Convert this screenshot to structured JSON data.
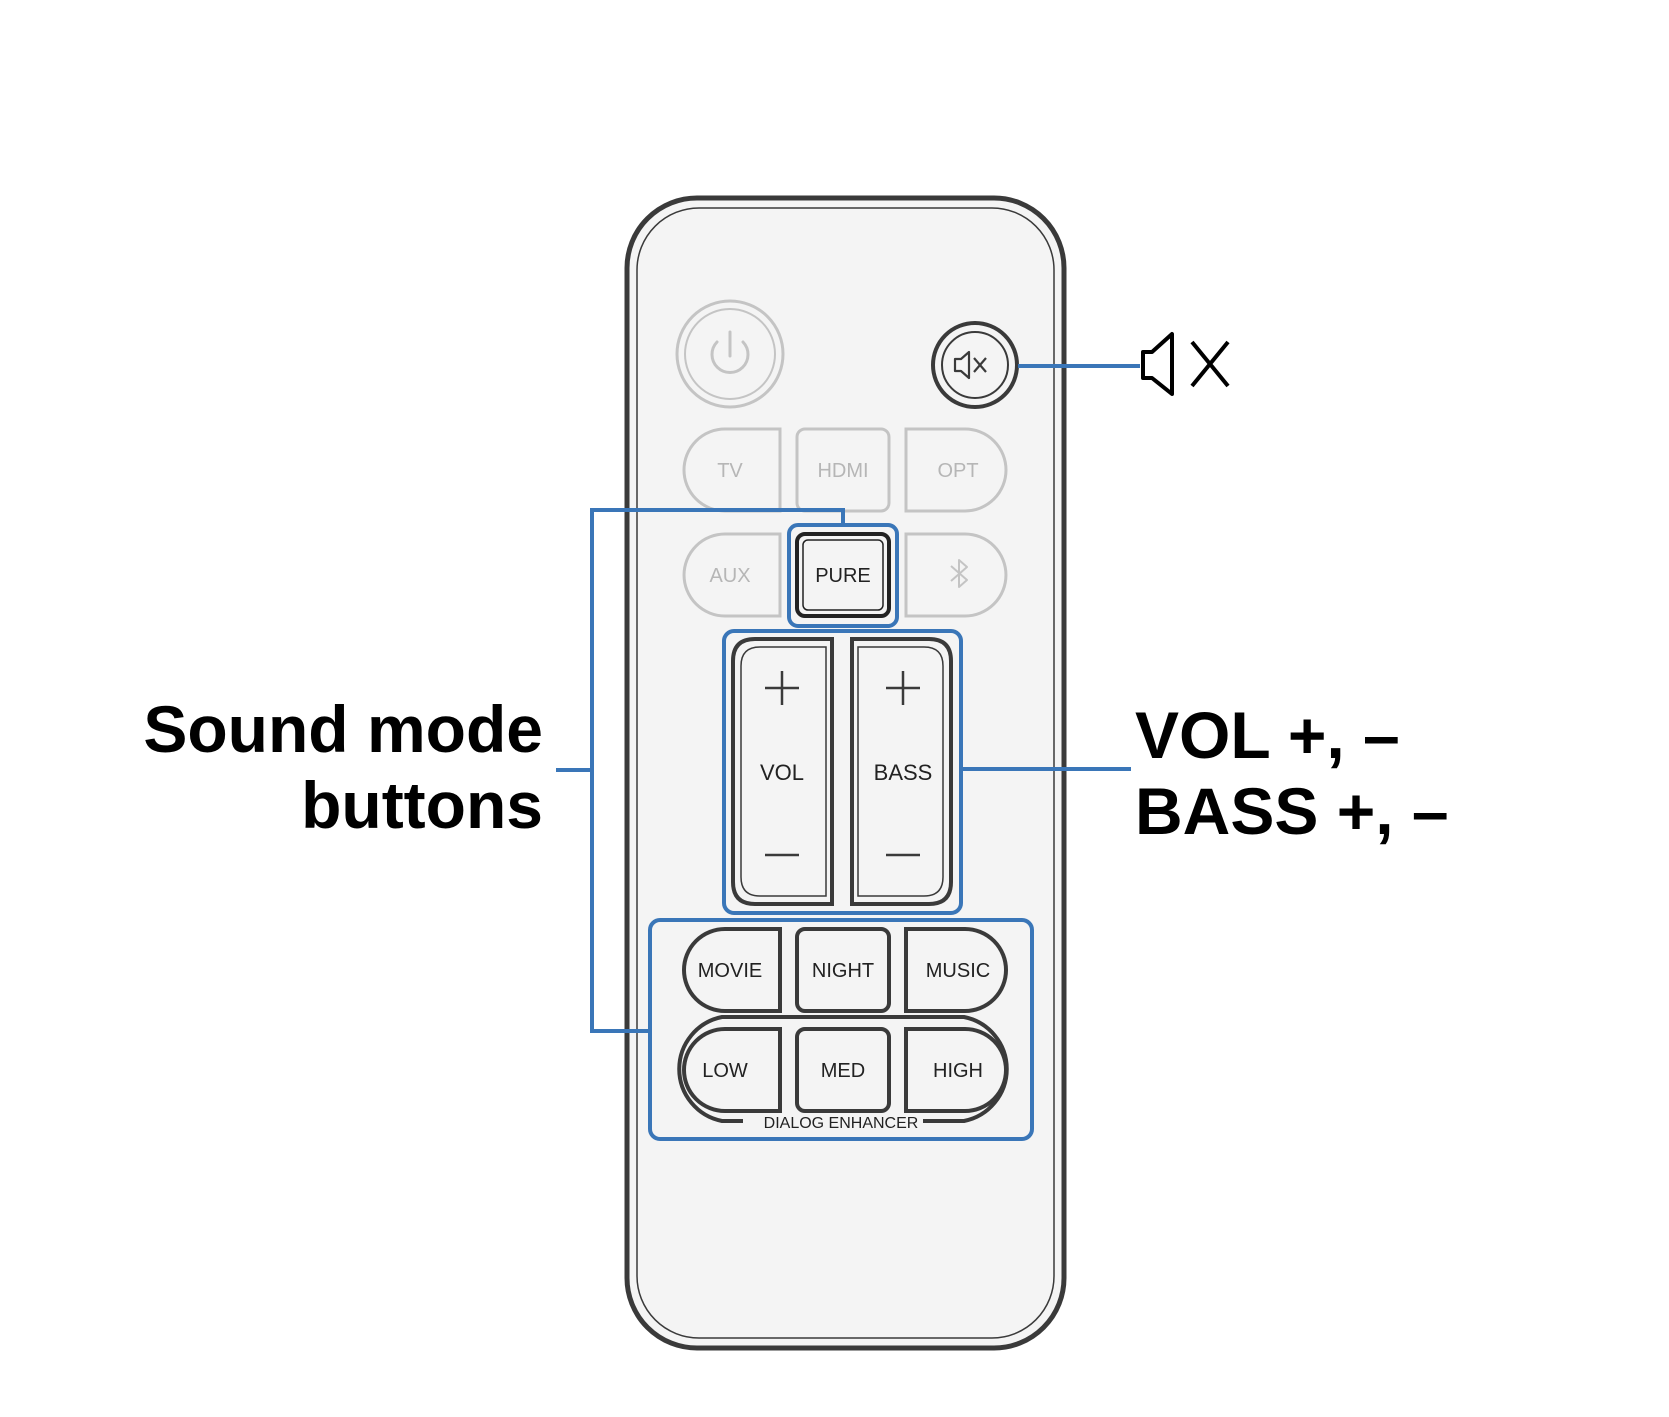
{
  "colors": {
    "accent": "#3a76b8",
    "remote_fill": "#f4f4f4",
    "remote_outline": "#3a3a3a",
    "dimmed": "#c4c4c4",
    "dimmed_text": "#b6b6b6",
    "active": "#3a3a3a",
    "active_text": "#222222"
  },
  "callouts": {
    "mute_symbol": "mute-icon",
    "sound_mode_line1": "Sound mode",
    "sound_mode_line2": "buttons",
    "vol_line1": "VOL +, –",
    "vol_line2": "BASS +, –"
  },
  "remote": {
    "power_icon": "power-icon",
    "mute_icon": "mute-icon",
    "inputs_row1": [
      "TV",
      "HDMI",
      "OPT"
    ],
    "inputs_row2": [
      "AUX",
      "PURE"
    ],
    "bluetooth_icon": "bluetooth-icon",
    "vol_label": "VOL",
    "bass_label": "BASS",
    "plus_icon": "plus-icon",
    "minus_icon": "minus-icon",
    "sound_modes": [
      "MOVIE",
      "NIGHT",
      "MUSIC"
    ],
    "dialog_levels": [
      "LOW",
      "MED",
      "HIGH"
    ],
    "dialog_group_label": "DIALOG ENHANCER"
  }
}
